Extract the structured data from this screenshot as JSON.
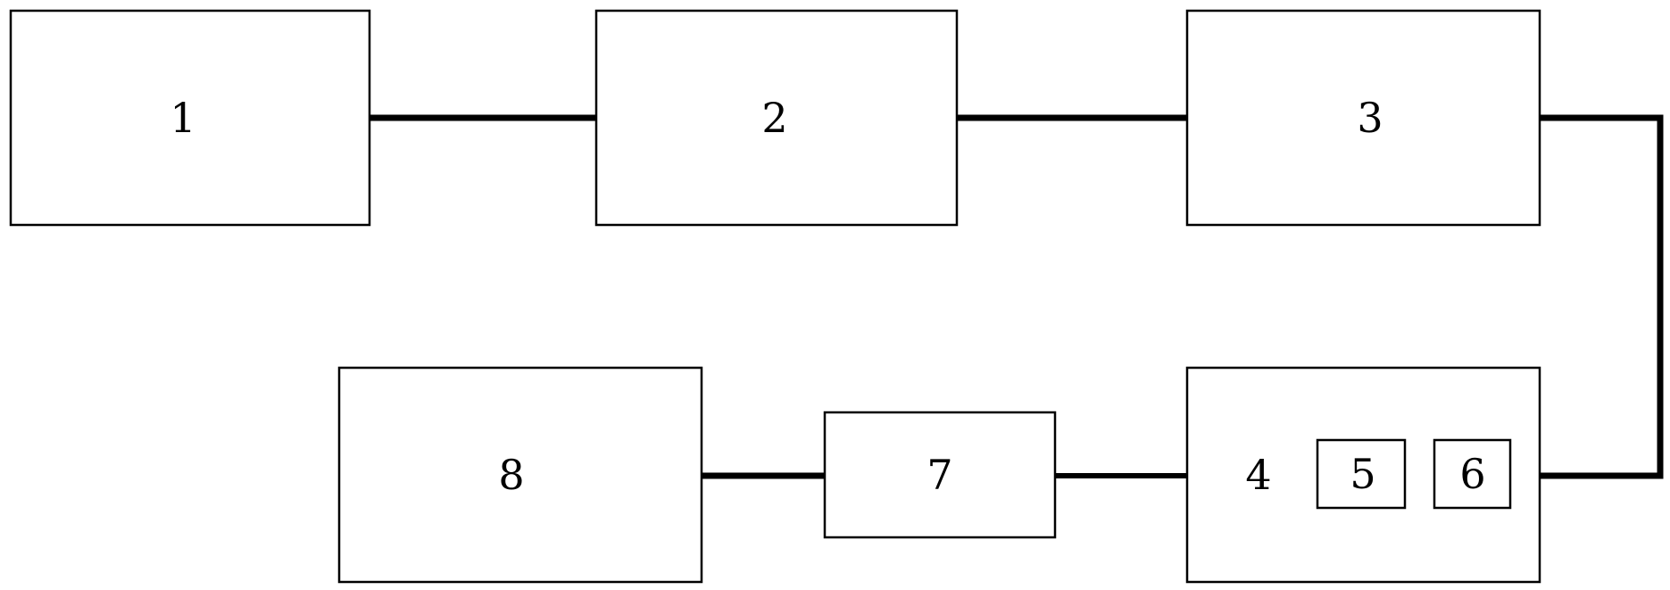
{
  "diagram": {
    "blocks": [
      {
        "id": "1",
        "label": "1"
      },
      {
        "id": "2",
        "label": "2"
      },
      {
        "id": "3",
        "label": "3"
      },
      {
        "id": "4",
        "label": "4"
      },
      {
        "id": "5",
        "label": "5"
      },
      {
        "id": "6",
        "label": "6"
      },
      {
        "id": "7",
        "label": "7"
      },
      {
        "id": "8",
        "label": "8"
      }
    ],
    "connections": [
      {
        "from": "1",
        "to": "2"
      },
      {
        "from": "2",
        "to": "3"
      },
      {
        "from": "3",
        "to": "6"
      },
      {
        "from": "5",
        "to": "6"
      },
      {
        "from": "4",
        "to": "7"
      },
      {
        "from": "7",
        "to": "8"
      }
    ],
    "colors": {
      "line": "#000000",
      "background": "#ffffff"
    }
  }
}
